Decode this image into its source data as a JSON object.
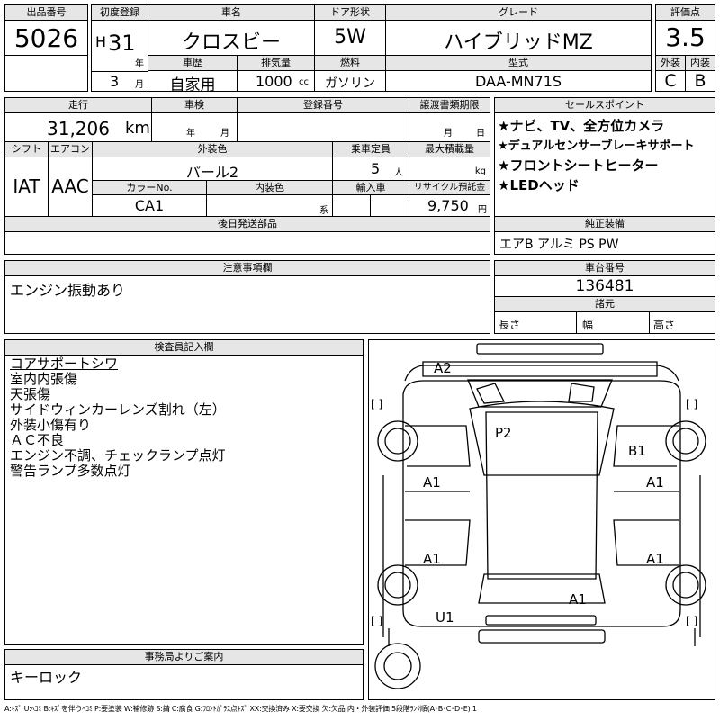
{
  "header": {
    "lot_label": "出品番号",
    "lot_value": "5026",
    "reg_label": "初度登録",
    "reg_era": "H",
    "reg_year": "31",
    "year_unit": "年",
    "reg_month": "3",
    "month_unit": "月",
    "car_name_label": "車名",
    "car_name": "クロスビー",
    "doors_label": "ドア形状",
    "doors": "5W",
    "grade_label": "グレード",
    "grade": "ハイブリッドMZ",
    "score_label": "評価点",
    "score": "3.5",
    "history_label": "車歴",
    "history": "自家用",
    "displacement_label": "排気量",
    "displacement": "1000",
    "cc_unit": "cc",
    "fuel_label": "燃料",
    "fuel": "ガソリン",
    "model_label": "型式",
    "model": "DAA-MN71S",
    "exterior_label": "外装",
    "exterior": "C",
    "interior_label": "内装",
    "interior": "B"
  },
  "row2": {
    "mileage_label": "走行",
    "mileage": "31,206",
    "mileage_unit": "km",
    "inspection_label": "車検",
    "insp_year_unit": "年",
    "insp_month_unit": "月",
    "regno_label": "登録番号",
    "transfer_label": "譲渡書類期限",
    "transfer_month_unit": "月",
    "transfer_day_unit": "日",
    "shift_label": "シフト",
    "shift": "IAT",
    "ac_label": "エアコン",
    "ac": "AAC",
    "color_label": "外装色",
    "color": "パール2",
    "capacity_label": "乗車定員",
    "capacity": "5",
    "capacity_unit": "人",
    "load_label": "最大積載量",
    "load_unit": "kg",
    "colorno_label": "カラーNo.",
    "colorno": "CA1",
    "intcolor_label": "内装色",
    "intcolor_unit": "系",
    "import_label": "輸入車",
    "recycle_label": "リサイクル預託金",
    "recycle": "9,750",
    "recycle_unit": "円",
    "later_label": "後日発送部品"
  },
  "sales_points": {
    "label": "セールスポイント",
    "items": [
      "★ナビ、TV、全方位カメラ",
      "★デュアルセンサーブレーキサポート",
      "★フロントシートヒーター",
      "★LEDヘッド"
    ]
  },
  "equipment": {
    "label": "純正装備",
    "value": "エアB アルミ PS PW"
  },
  "caution": {
    "label": "注意事項欄",
    "text": "エンジン振動あり"
  },
  "chassis": {
    "label": "車台番号",
    "value": "136481",
    "dims_label": "諸元",
    "length_label": "長さ",
    "width_label": "幅",
    "height_label": "高さ"
  },
  "inspector": {
    "label": "検査員記入欄",
    "lines": [
      "コアサポートシワ",
      "室内内張傷",
      "天張傷",
      "サイドウィンカーレンズ割れ（左）",
      "外装小傷有り",
      "ＡＣ不良",
      "エンジン不調、チェックランプ点灯",
      "警告ランプ多数点灯"
    ]
  },
  "office": {
    "label": "事務局よりご案内",
    "text": "キーロック"
  },
  "diagram": {
    "marks": {
      "a2": "A2",
      "p2": "P2",
      "b1": "B1",
      "a1_fl": "A1",
      "a1_fr": "A1",
      "a1_rl": "A1",
      "a1_rr": "A1",
      "a1_rear": "A1",
      "u1": "U1"
    },
    "bracket": "[ ]"
  },
  "legend": "A:ｷｽﾞ U:ﾍｺﾐ B:ｷｽﾞを伴うﾍｺﾐ P:要塗装 W:補修跡 S:錆 C:腐食 G:ﾌﾛﾝﾄｶﾞﾗｽ点ｷｽﾞ XX:交換済み X:要交換 欠:欠品 内・外装評価 5段階ﾗﾝｸ順(A･B･C･D･E) 1"
}
